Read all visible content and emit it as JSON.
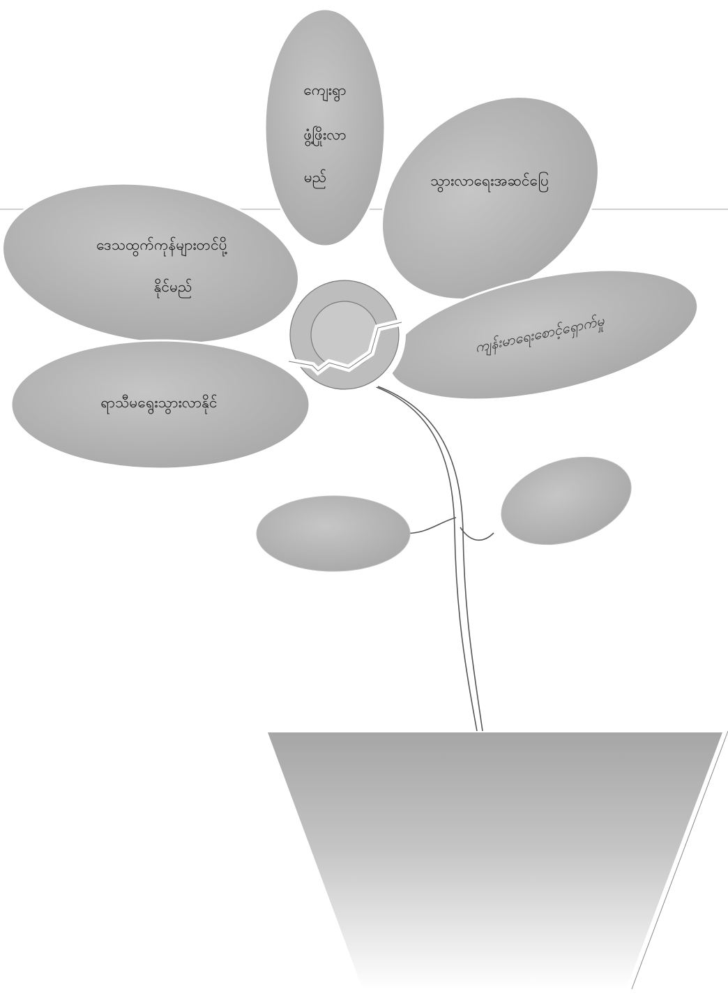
{
  "diagram": {
    "petals": [
      {
        "id": "top",
        "lines": [
          "ကျေးရွာ",
          "ဖွံ့ဖြိုးလာ",
          "မည်"
        ]
      },
      {
        "id": "upper-right",
        "lines": [
          "သွားလာရေးအဆင်ပြေ"
        ]
      },
      {
        "id": "upper-left",
        "lines": [
          "ဒေသထွက်ကုန်များတင်ပို့",
          "နိုင်မည်"
        ]
      },
      {
        "id": "right",
        "lines": [
          "ကျန်းမာရေးစောင့်ရှောက်မှု"
        ],
        "handwritten": true
      },
      {
        "id": "lower-left",
        "lines": [
          "ရာသီမရွေးသွားလာနိုင်"
        ]
      }
    ],
    "colors": {
      "petal_fill": "#b9b9b9",
      "petal_outline": "#7a7a7a",
      "stem": "#555555",
      "pot_top": "#a9a9a9"
    }
  }
}
